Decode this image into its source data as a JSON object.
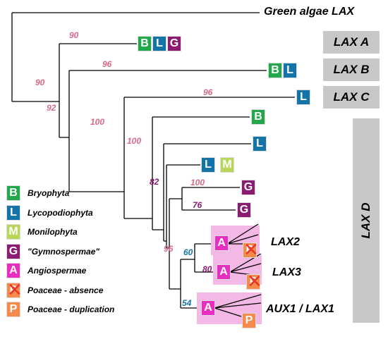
{
  "colors": {
    "B": "#22a84a",
    "L": "#1474a8",
    "M": "#b8d65a",
    "G": "#8b1c72",
    "A": "#e82ec0",
    "P": "#f58a4a",
    "bootstrap": "#d96a8a",
    "bootstrap_alt": "#1474a8",
    "group_box": "#c8c8c8",
    "cross": "#e8322a"
  },
  "leaves": {
    "green_algae": "Green algae LAX",
    "lax2": "LAX2",
    "lax3": "LAX3",
    "aux1": "AUX1 / LAX1"
  },
  "groups": {
    "lax_a": "LAX A",
    "lax_b": "LAX B",
    "lax_c": "LAX C",
    "lax_d": "LAX D"
  },
  "bootstrap": {
    "root": "90",
    "laxa": "90",
    "node92": "92",
    "laxb": "96",
    "node100a": "100",
    "laxc": "96",
    "node100b": "100",
    "node82": "82",
    "g1": "100",
    "g2": "76",
    "node96": "96",
    "node60": "60",
    "node80": "80",
    "node54": "54"
  },
  "letters": {
    "B": "B",
    "L": "L",
    "G": "G",
    "M": "M",
    "A": "A",
    "P": "P"
  },
  "legend": [
    {
      "letter": "B",
      "color": "#22a84a",
      "label": "Bryophyta",
      "crossed": false
    },
    {
      "letter": "L",
      "color": "#1474a8",
      "label": "Lycopodiophyta",
      "crossed": false
    },
    {
      "letter": "M",
      "color": "#b8d65a",
      "label": "Monilophyta",
      "crossed": false
    },
    {
      "letter": "G",
      "color": "#8b1c72",
      "label": "\"Gymnospermae\"",
      "crossed": false
    },
    {
      "letter": "A",
      "color": "#e82ec0",
      "label": "Angiospermae",
      "crossed": false
    },
    {
      "letter": "P",
      "color": "#f58a4a",
      "label": "Poaceae - absence",
      "crossed": true
    },
    {
      "letter": "P",
      "color": "#f58a4a",
      "label": "Poaceae - duplication",
      "crossed": false
    }
  ]
}
